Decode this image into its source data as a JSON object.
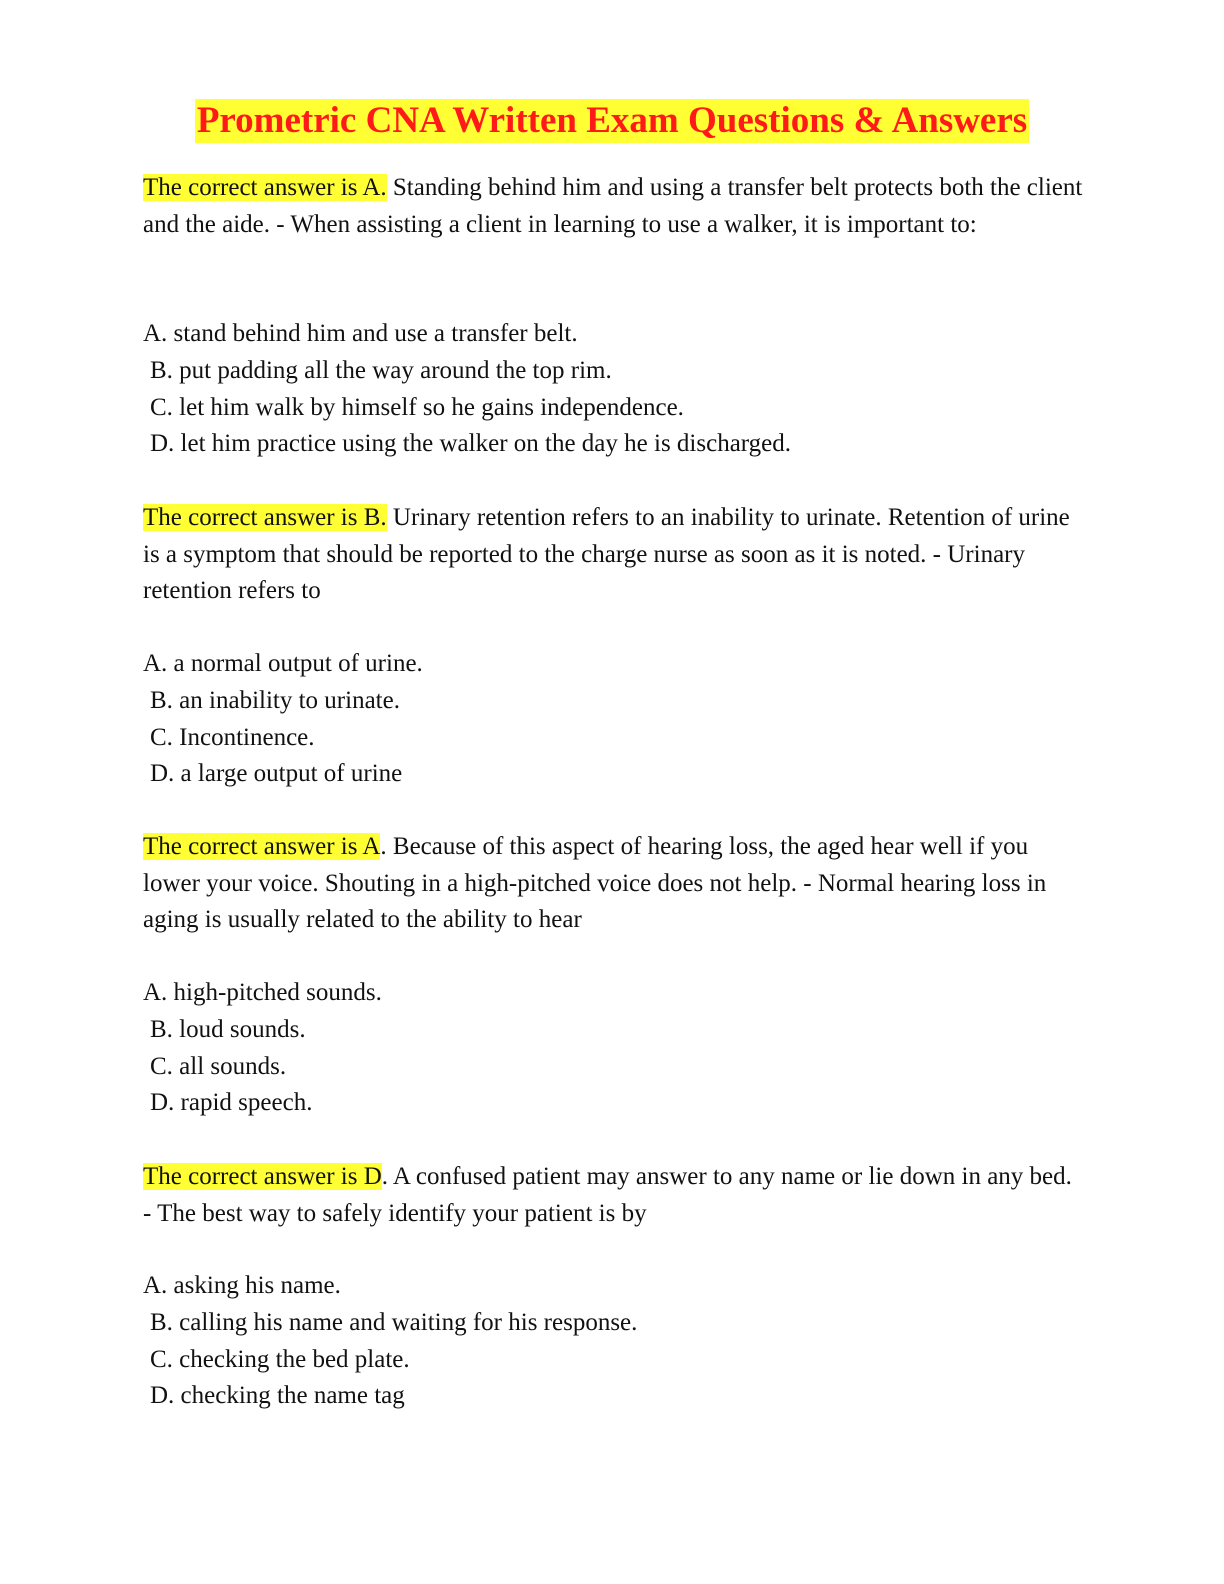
{
  "title": "Prometric CNA Written Exam Questions & Answers",
  "questions": [
    {
      "answer_label": "The correct answer is A.",
      "explanation": " Standing behind him and using a transfer belt protects both the client and the aide. - When assisting a client in learning to use a walker, it is important to:",
      "options": [
        "A. stand behind him and use a transfer belt.",
        "B. put padding all the way around the top rim.",
        "C. let him walk by himself so he gains independence.",
        "D. let him practice using the walker on the day he is discharged."
      ]
    },
    {
      "answer_label": "The correct answer is B.",
      "explanation": " Urinary retention refers to an inability to urinate. Retention of urine is a symptom that should be reported to the charge nurse as soon as it is noted. - Urinary retention refers to",
      "options": [
        "A. a normal output of urine.",
        "B. an inability to urinate.",
        "C. Incontinence.",
        "D. a large output of urine"
      ]
    },
    {
      "answer_label": "The correct answer is A",
      "explanation": ". Because of this aspect of hearing loss, the aged hear well if you lower your voice. Shouting in a high-pitched voice does not help. - Normal hearing loss in aging is usually related to the ability to hear",
      "options": [
        "A. high-pitched sounds.",
        "B. loud sounds.",
        "C. all sounds.",
        "D. rapid speech."
      ]
    },
    {
      "answer_label": "The correct answer is D",
      "explanation": ". A confused patient may answer to any name or lie down in any bed. - The best way to safely identify your patient is by",
      "options": [
        "A. asking his name.",
        "B. calling his name and waiting for his response.",
        "C. checking the bed plate.",
        "D. checking the name tag"
      ]
    }
  ]
}
